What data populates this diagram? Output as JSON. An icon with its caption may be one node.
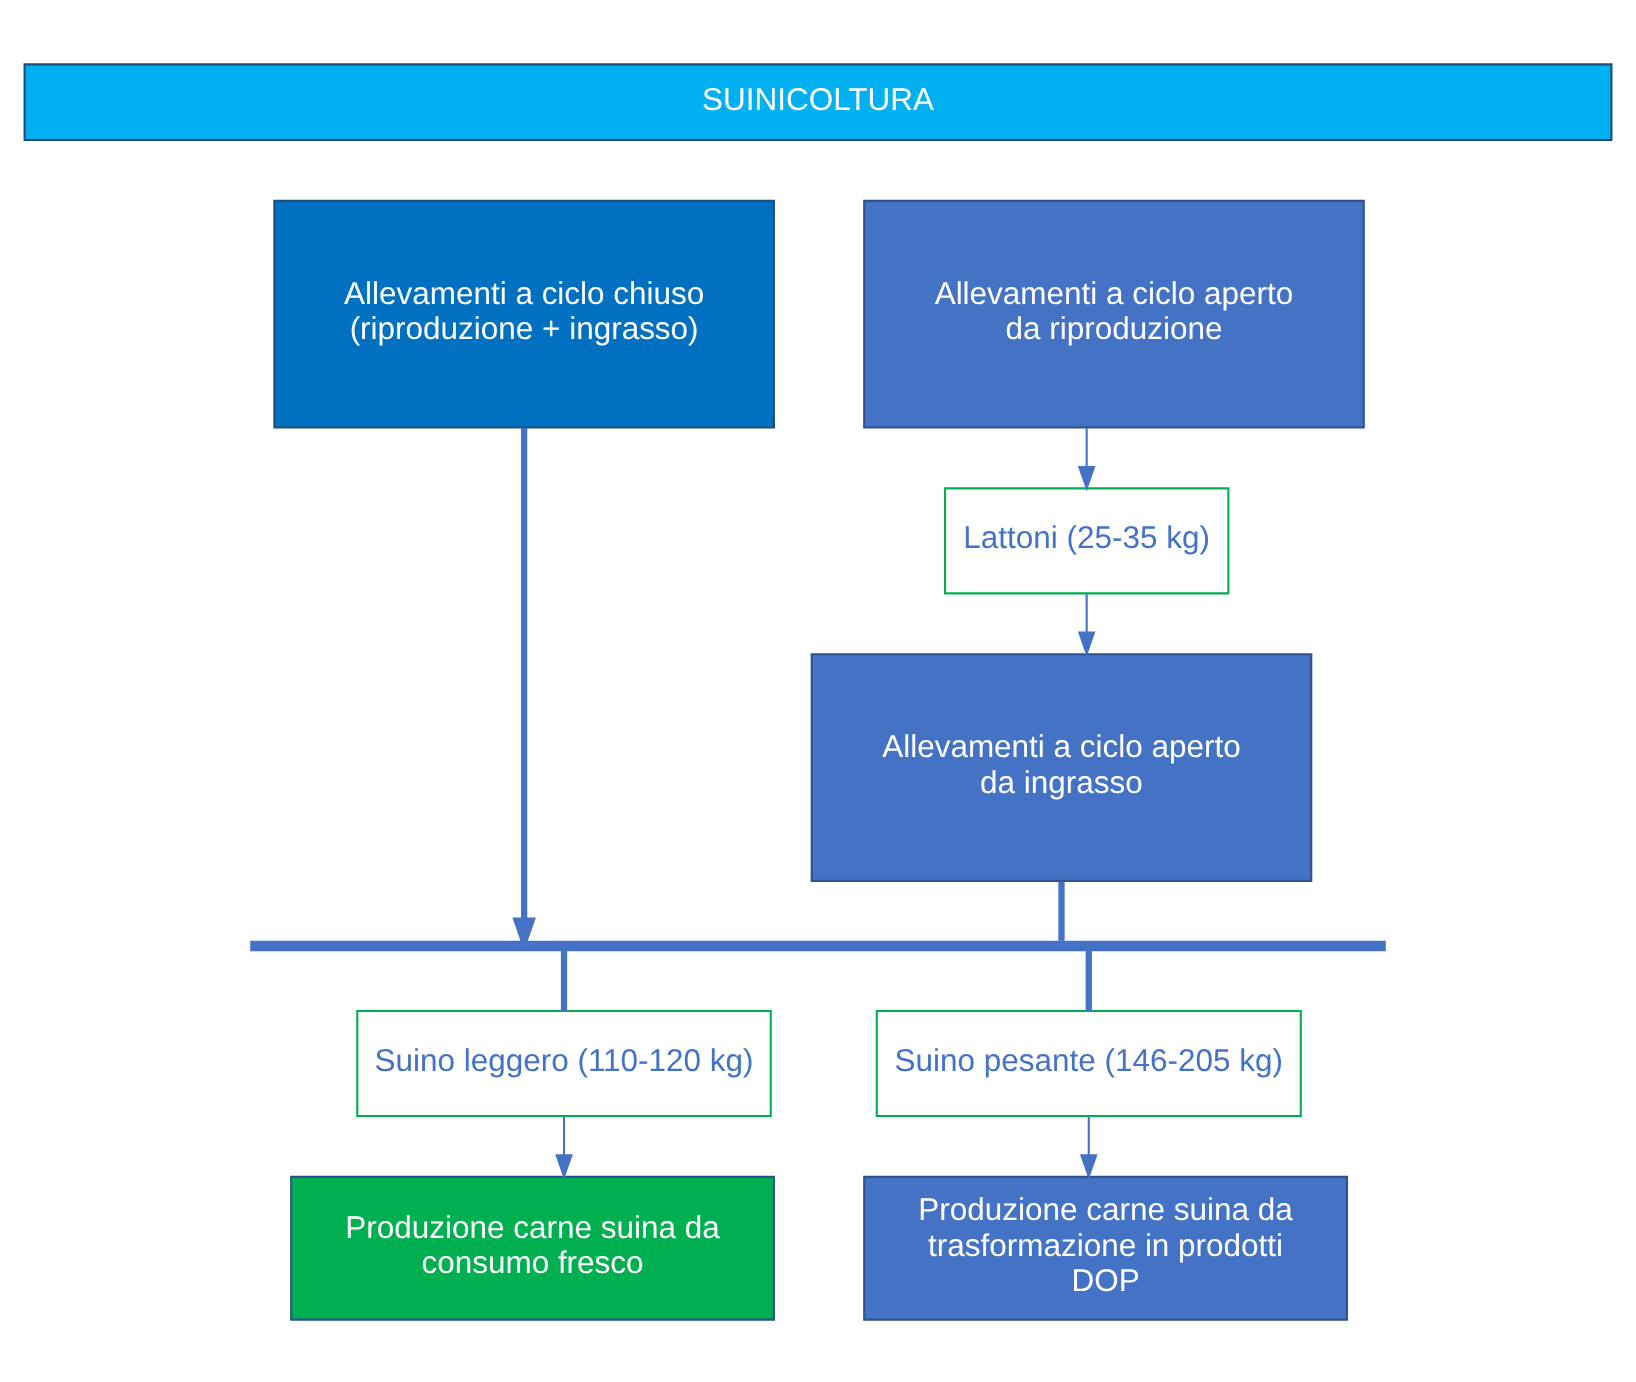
{
  "diagram": {
    "nodes": [
      {
        "text": [
          "SUINICOLTURA"
        ]
      },
      {
        "text": [
          "Allevamenti a ciclo chiuso (riproduzione + ingrasso)"
        ]
      },
      {
        "text": [
          "Allevamenti a ciclo aperto da riproduzione"
        ]
      },
      {
        "text": [
          "Lattoni (25-35 kg)"
        ]
      },
      {
        "text": [
          "Allevamenti a ciclo aperto da ingrasso"
        ]
      },
      {
        "text": [],
        "shape": "bar"
      },
      {
        "text": [
          "Suino leggero (110-120 kg)"
        ]
      },
      {
        "text": [
          "Suino pesante (146-205 kg)"
        ]
      },
      {
        "text": [
          "Produzione carne suina da consumo fresco"
        ]
      },
      {
        "text": [
          "Produzione carne suina da trasformazione in prodotti DOP"
        ]
      }
    ],
    "edges": [
      {
        "from": 2,
        "to": 3,
        "arrow": "to"
      },
      {
        "from": 3,
        "to": 4,
        "arrow": "to"
      },
      {
        "from": 1,
        "to": 5,
        "arrow": "to",
        "style": "thick"
      },
      {
        "from": 4,
        "to": 5,
        "arrow": "none",
        "style": "thick"
      },
      {
        "from": 5,
        "to": 6,
        "arrow": "none",
        "style": "thick"
      },
      {
        "from": 5,
        "to": 7,
        "arrow": "none",
        "style": "thick"
      },
      {
        "from": 6,
        "to": 8,
        "arrow": "to"
      },
      {
        "from": 7,
        "to": 9,
        "arrow": "to"
      }
    ]
  }
}
